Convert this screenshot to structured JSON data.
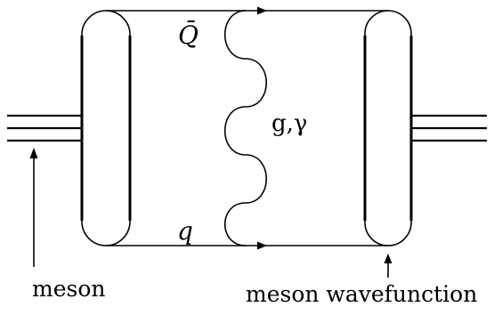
{
  "labels": {
    "antiquark": "Q̄",
    "quark": "q",
    "exchange": "g,γ",
    "meson": "meson",
    "wavefunction": "meson wavefunction"
  },
  "colors": {
    "ink": "#000000",
    "background": "#ffffff"
  }
}
